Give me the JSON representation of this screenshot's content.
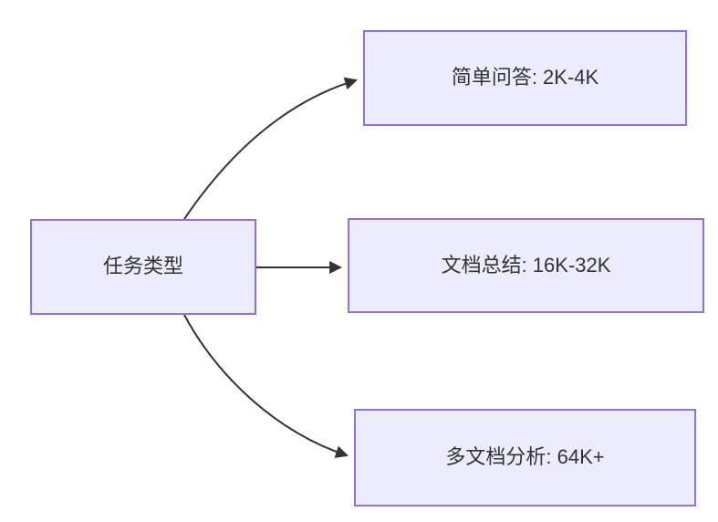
{
  "diagram": {
    "type": "flowchart",
    "direction": "left-to-right",
    "nodes": [
      {
        "id": "root",
        "label": "任务类型"
      },
      {
        "id": "simple-qa",
        "label": "简单问答: 2K-4K"
      },
      {
        "id": "doc-summary",
        "label": "文档总结: 16K-32K"
      },
      {
        "id": "multi-doc",
        "label": "多文档分析: 64K+"
      }
    ],
    "edges": [
      {
        "from": "root",
        "to": "simple-qa"
      },
      {
        "from": "root",
        "to": "doc-summary"
      },
      {
        "from": "root",
        "to": "multi-doc"
      }
    ],
    "colors": {
      "background": "#FFFFFF",
      "node_fill": "#ECECFF",
      "node_border": "#9370DB",
      "edge": "#333333",
      "text": "#333333"
    }
  }
}
